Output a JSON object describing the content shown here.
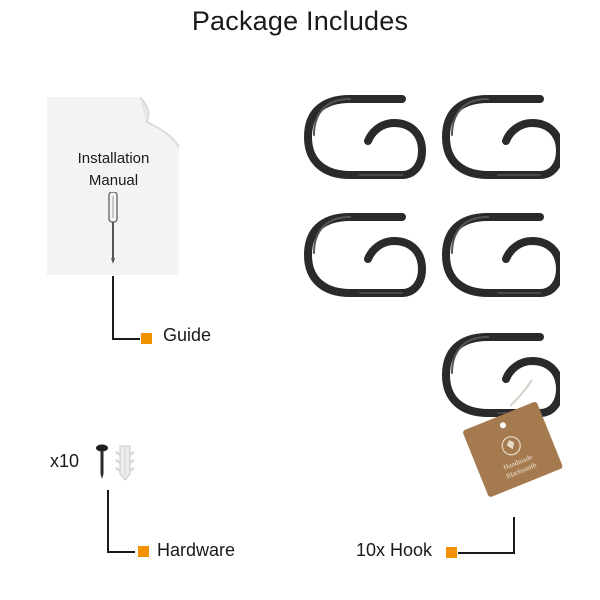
{
  "title": "Package Includes",
  "manual": {
    "line1": "Installation",
    "line2": "Manual"
  },
  "labels": {
    "guide": "Guide",
    "hardware": "Hardware",
    "hook": "10x Hook"
  },
  "hardware_qty": "x10",
  "tag": {
    "line1": "Handmade",
    "line2": "Blacksmith"
  },
  "colors": {
    "accent": "#f39200",
    "iron": "#2a2a2a",
    "tag": "#a57a4f"
  }
}
